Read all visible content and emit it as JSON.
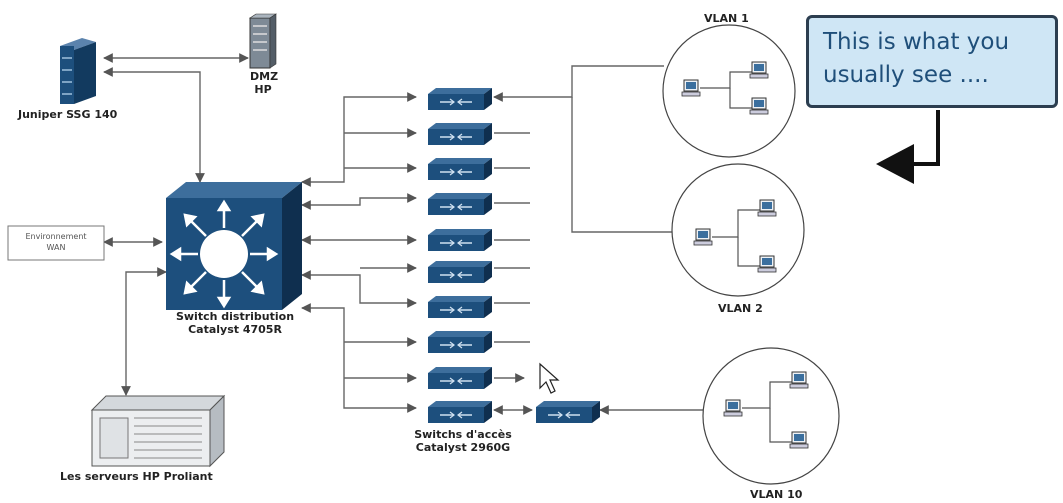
{
  "labels": {
    "firewall": "Juniper SSG 140",
    "dmz_line1": "DMZ",
    "dmz_line2": "HP",
    "wan_line1": "Environnement",
    "wan_line2": "WAN",
    "core_line1": "Switch distribution",
    "core_line2": "Catalyst 4705R",
    "access_line1": "Switchs d'accès",
    "access_line2": "Catalyst 2960G",
    "servers": "Les serveurs HP Proliant",
    "vlan1": "VLAN 1",
    "vlan2": "VLAN 2",
    "vlan10": "VLAN 10"
  },
  "callout": {
    "line1": "This is what you",
    "line2": "usually see ...."
  },
  "icons": [
    "firewall-icon",
    "dmz-server-icon",
    "wan-box",
    "core-switch-icon",
    "access-switch-icon",
    "server-rack-icon",
    "workstation-icon",
    "cursor-arrow-icon",
    "callout-arrow-icon"
  ],
  "colors": {
    "switch": "#1d4f7d",
    "switch_dark": "#0f2f4f",
    "core": "#1d4f7d",
    "callout_bg": "#cfe6f5",
    "callout_border": "#2c3e50",
    "callout_text": "#1f4f7a",
    "line": "#666666"
  }
}
